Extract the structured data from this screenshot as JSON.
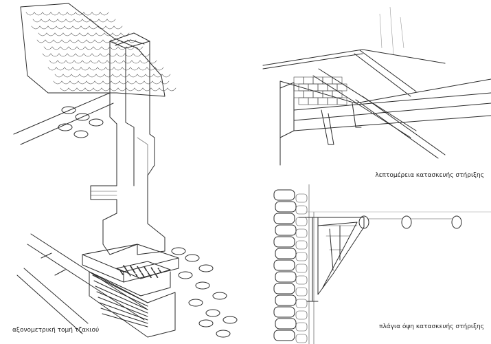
{
  "captions": {
    "left": "αξονομετρική τομή τζακιού",
    "top_right": "λεπτομέρεια κατασκευής στήριξης",
    "bottom_right": "πλάγια όψη κατασκευής στήριξης"
  }
}
